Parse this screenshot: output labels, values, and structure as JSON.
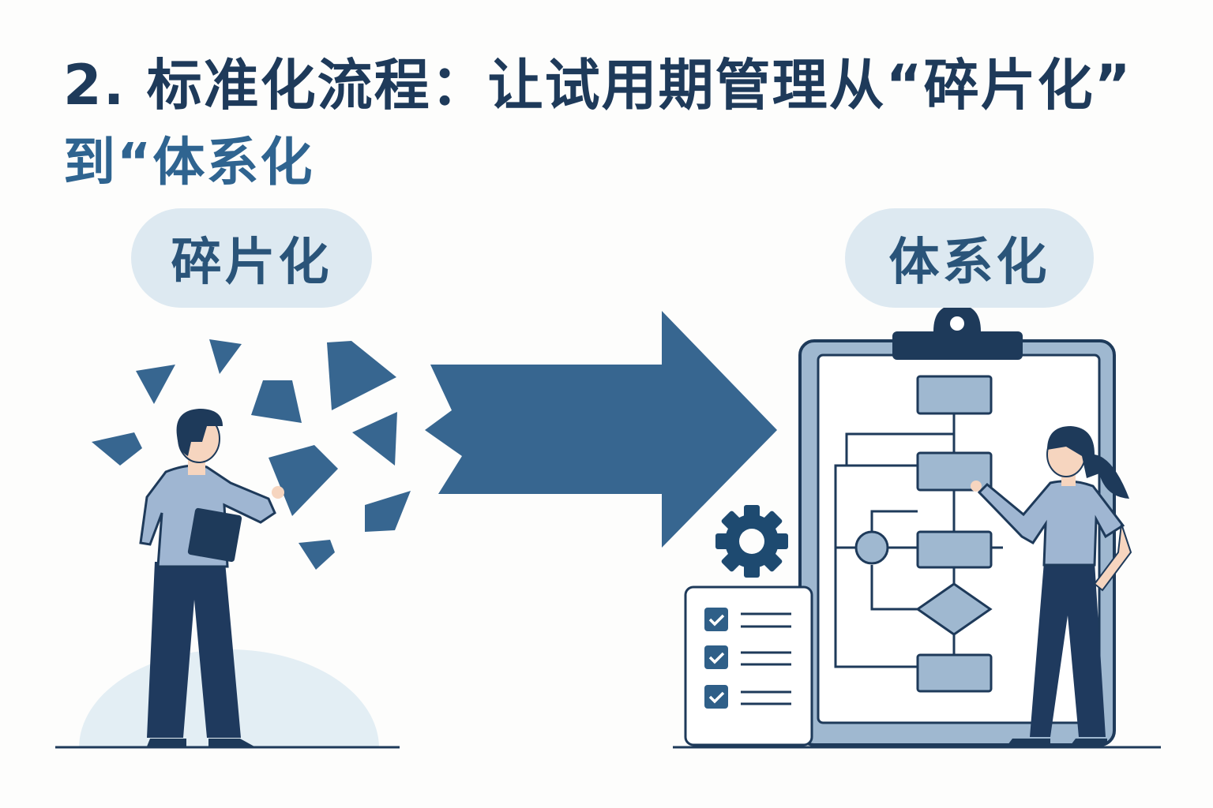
{
  "title": {
    "line1": "2. 标准化流程：让试用期管理从“碎片化”",
    "line2": "到“体系化"
  },
  "labels": {
    "left": "碎片化",
    "right": "体系化"
  },
  "colors": {
    "navy": "#1e3a5a",
    "accent": "#376690",
    "light": "#dde9f1",
    "box": "#9fb8d0"
  }
}
